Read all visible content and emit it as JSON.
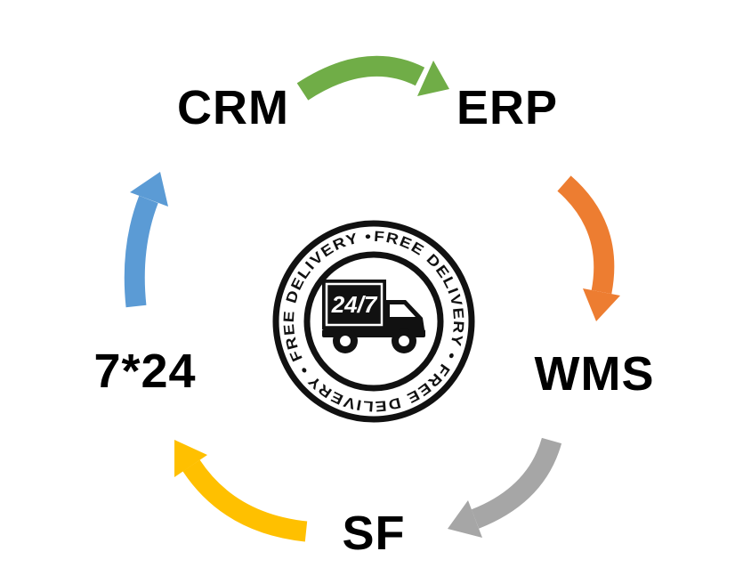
{
  "diagram": {
    "background": "#ffffff",
    "nodes": [
      {
        "id": "crm",
        "label": "CRM"
      },
      {
        "id": "erp",
        "label": "ERP"
      },
      {
        "id": "wms",
        "label": "WMS"
      },
      {
        "id": "sf",
        "label": "SF"
      },
      {
        "id": "support",
        "label": "7*24"
      }
    ],
    "arrows": [
      {
        "name": "crm-to-erp",
        "from": "CRM",
        "to": "ERP",
        "color": "#70ad47"
      },
      {
        "name": "erp-to-wms",
        "from": "ERP",
        "to": "WMS",
        "color": "#ed7d31"
      },
      {
        "name": "wms-to-sf",
        "from": "WMS",
        "to": "SF",
        "color": "#a6a6a6"
      },
      {
        "name": "sf-to-724",
        "from": "SF",
        "to": "7*24",
        "color": "#ffc000"
      },
      {
        "name": "724-to-crm",
        "from": "7*24",
        "to": "CRM",
        "color": "#5b9bd5"
      }
    ],
    "badge": {
      "ring_text": "FREE DELIVERY • FREE DELIVERY • FREE DELIVERY • ",
      "truck_label": "24/7",
      "ink_color": "#111111"
    }
  }
}
